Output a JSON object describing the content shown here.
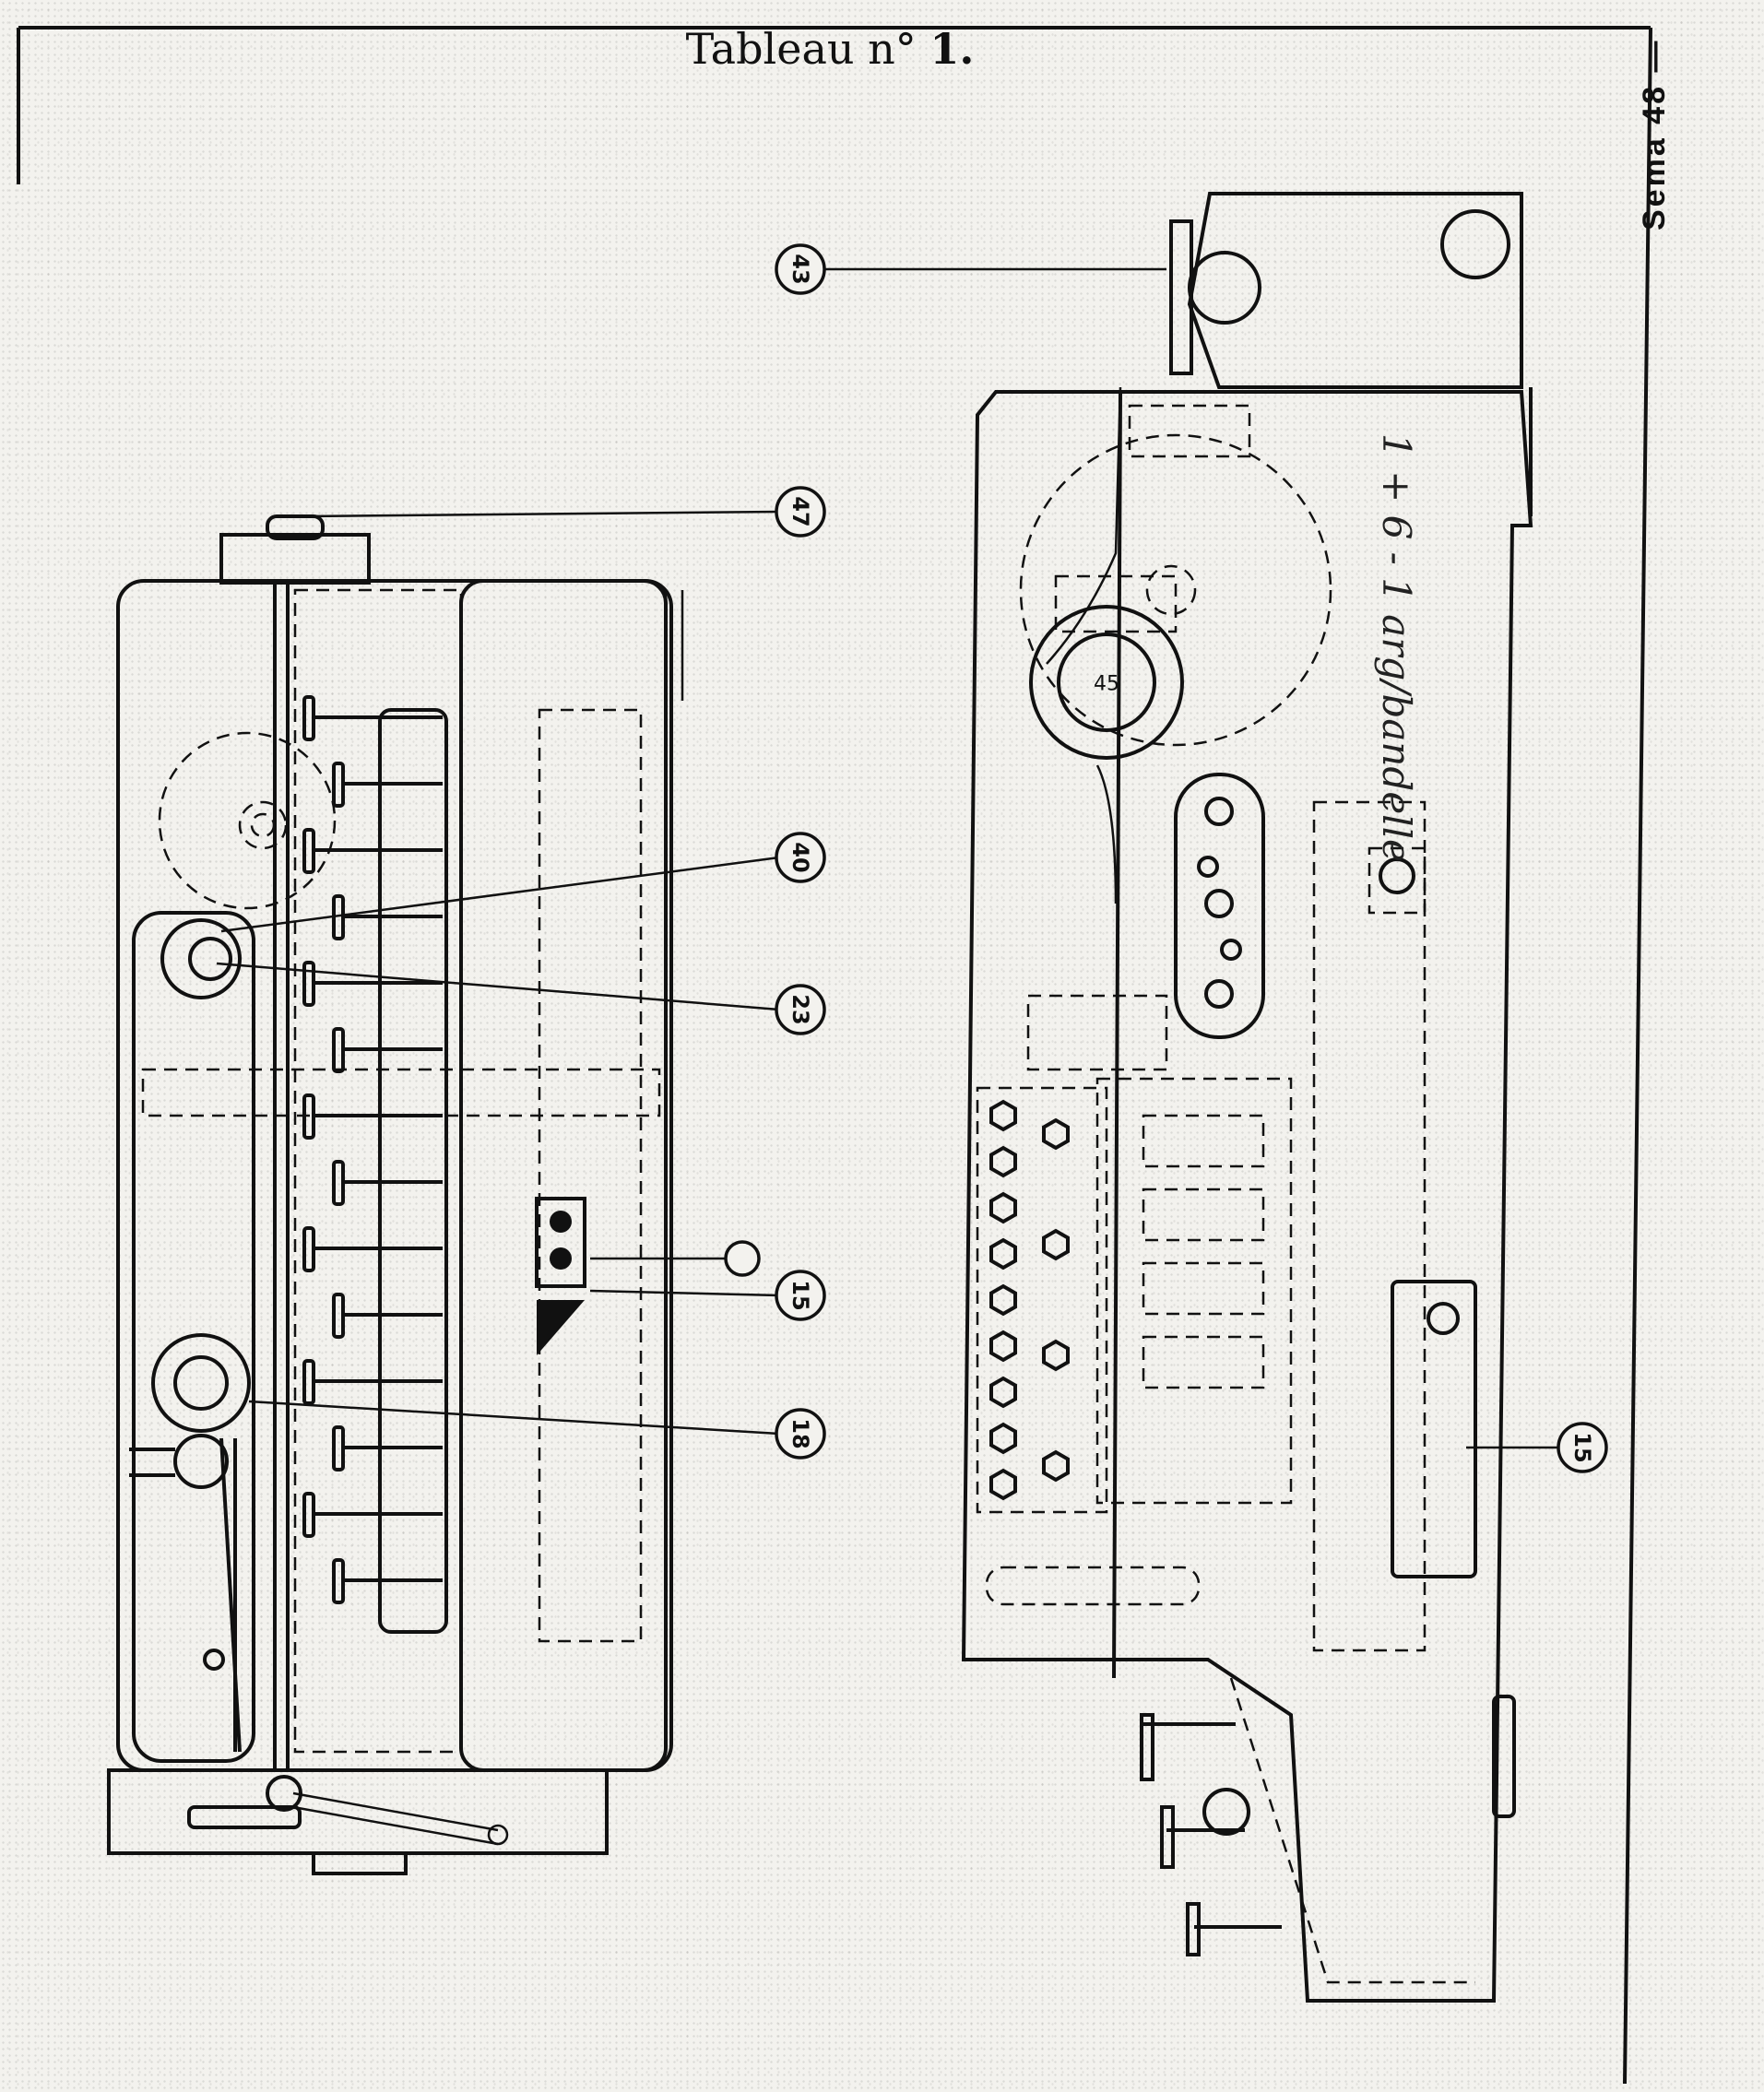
{
  "title": {
    "prefix": "Tableau n°",
    "number": "1."
  },
  "side_label": "Sema 48 —",
  "handwritten_note": "1 + 6 - 1 arg/bandelle",
  "callouts": {
    "c43": "43",
    "c47": "47",
    "c40": "40",
    "c23": "23",
    "c15a": "15",
    "c18": "18",
    "c15b": "15",
    "hub_label": "45"
  },
  "colors": {
    "ink": "#111111",
    "paper": "#f3f2ee"
  }
}
